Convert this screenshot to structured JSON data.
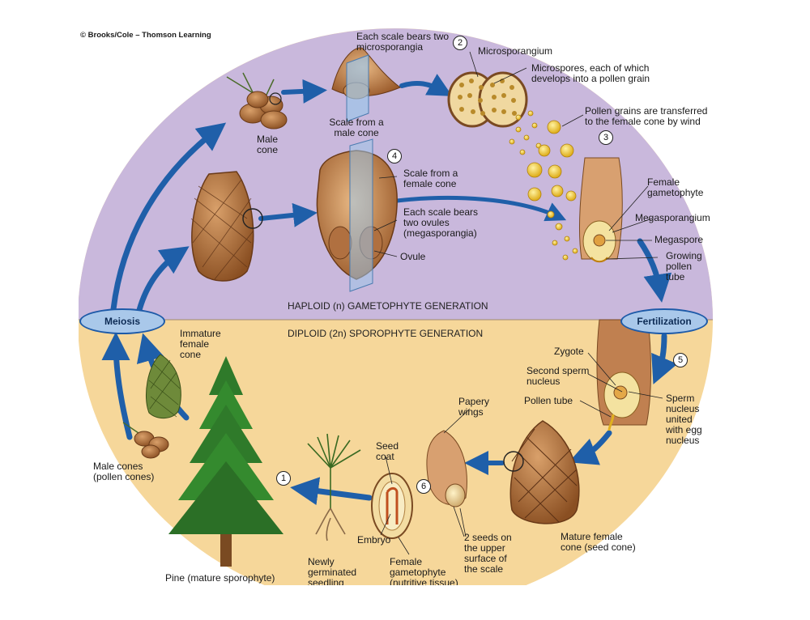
{
  "copyright": "© Brooks/Cole – Thomson Learning",
  "colors": {
    "haploid_bg": "#c9b8dc",
    "diploid_bg": "#f6d79a",
    "arrow": "#1f5fa9",
    "oval_fill": "#a9c8ea"
  },
  "stages": {
    "meiosis": "Meiosis",
    "fertilization": "Fertilization",
    "haploid_generation": "HAPLOID (n) GAMETOPHYTE GENERATION",
    "diploid_generation": "DIPLOID (2n) SPOROPHYTE GENERATION"
  },
  "step_numbers": [
    "1",
    "2",
    "3",
    "4",
    "5",
    "6"
  ],
  "labels": {
    "each_scale_bears_two_microsporangia": [
      "Each scale bears two",
      "microsporangia"
    ],
    "microsporangium": "Microsporangium",
    "microspores": [
      "Microspores, each of which",
      "develops into a pollen grain"
    ],
    "pollen_transferred": [
      "Pollen grains are transferred",
      "to the female cone by wind"
    ],
    "male_cone": [
      "Male",
      "cone"
    ],
    "scale_from_male_cone": [
      "Scale from a",
      "male cone"
    ],
    "scale_from_female_cone": [
      "Scale from a",
      "female cone"
    ],
    "each_scale_bears_two_ovules": [
      "Each scale bears",
      "two ovules",
      "(megasporangia)"
    ],
    "ovule": "Ovule",
    "female_gametophyte": [
      "Female",
      "gametophyte"
    ],
    "megasporangium": "Megasporangium",
    "megaspore": "Megaspore",
    "growing_pollen_tube": [
      "Growing",
      "pollen",
      "tube"
    ],
    "immature_female_cone": [
      "Immature",
      "female",
      "cone"
    ],
    "male_cones_pollen_cones": [
      "Male cones",
      "(pollen cones)"
    ],
    "zygote": "Zygote",
    "second_sperm_nucleus": [
      "Second sperm",
      "nucleus"
    ],
    "pollen_tube": "Pollen tube",
    "sperm_nucleus_united": [
      "Sperm",
      "nucleus",
      "united",
      "with egg",
      "nucleus"
    ],
    "papery_wings": [
      "Papery",
      "wings"
    ],
    "seed_coat": [
      "Seed",
      "coat"
    ],
    "embryo": "Embryo",
    "newly_germinated_seedling": [
      "Newly",
      "germinated",
      "seedling"
    ],
    "female_gametophyte_nutritive": [
      "Female",
      "gametophyte",
      "(nutritive tissue)"
    ],
    "two_seeds_upper_surface": [
      "2 seeds on",
      "the upper",
      "surface of",
      "the scale"
    ],
    "mature_female_cone": [
      "Mature female",
      "cone (seed cone)"
    ],
    "pine_mature_sporophyte": "Pine (mature sporophyte)"
  }
}
